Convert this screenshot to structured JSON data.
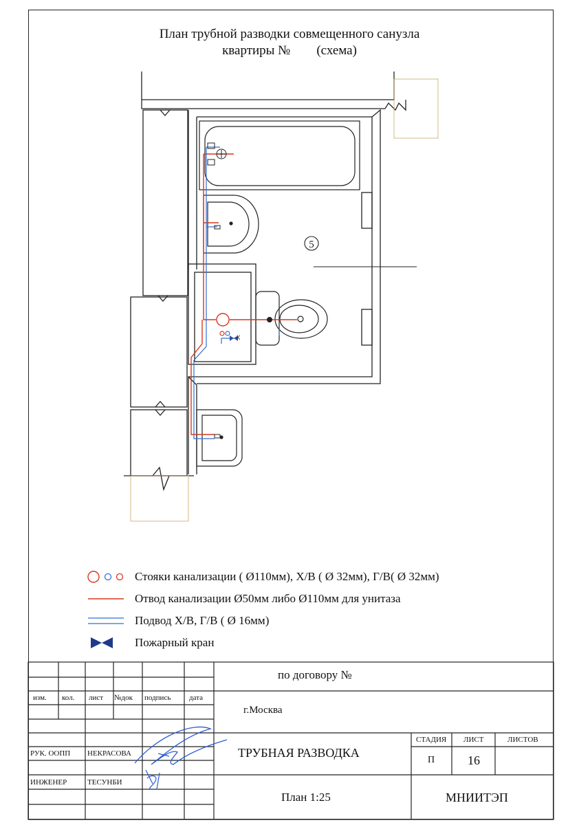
{
  "title": {
    "line1": "План трубной разводки совмещенного санузла",
    "line2_a": "квартиры №",
    "line2_b": "(схема)"
  },
  "plan": {
    "room_number": "5",
    "fire_tap_label": "К"
  },
  "legend": [
    {
      "icon": "riser-circles-icon",
      "text": "Стояки канализации ( Ø110мм), Х/В ( Ø 32мм), Г/В( Ø 32мм)"
    },
    {
      "icon": "red-line-icon",
      "text": "Отвод канализации Ø50мм либо Ø110мм для унитаза"
    },
    {
      "icon": "blue-line-icon",
      "text": "Подвод Х/В, Г/В ( Ø 16мм)"
    },
    {
      "icon": "fire-tap-icon",
      "text": "Пожарный кран"
    }
  ],
  "stamp": {
    "contract": "по договору №",
    "headers": [
      "изм.",
      "кол.",
      "лист",
      "№док",
      "подпись",
      "дата"
    ],
    "city": "г.Москва",
    "roles": [
      {
        "role": "РУК. ООПП",
        "name": "НЕКРАСОВА"
      },
      {
        "role": "ИНЖЕНЕР",
        "name": "ТЕСУНБИ"
      }
    ],
    "drawing_title": "ТРУБНАЯ РАЗВОДКА",
    "stage_label": "СТАДИЯ",
    "sheet_label": "ЛИСТ",
    "sheets_label": "ЛИСТОВ",
    "stage_value": "П",
    "sheet_value": "16",
    "scale": "План 1:25",
    "organization": "МНИИТЭП"
  },
  "colors": {
    "sewer": "#d9361a",
    "water": "#2f6fd6",
    "line": "#222222",
    "signature": "#2d5bd1"
  }
}
